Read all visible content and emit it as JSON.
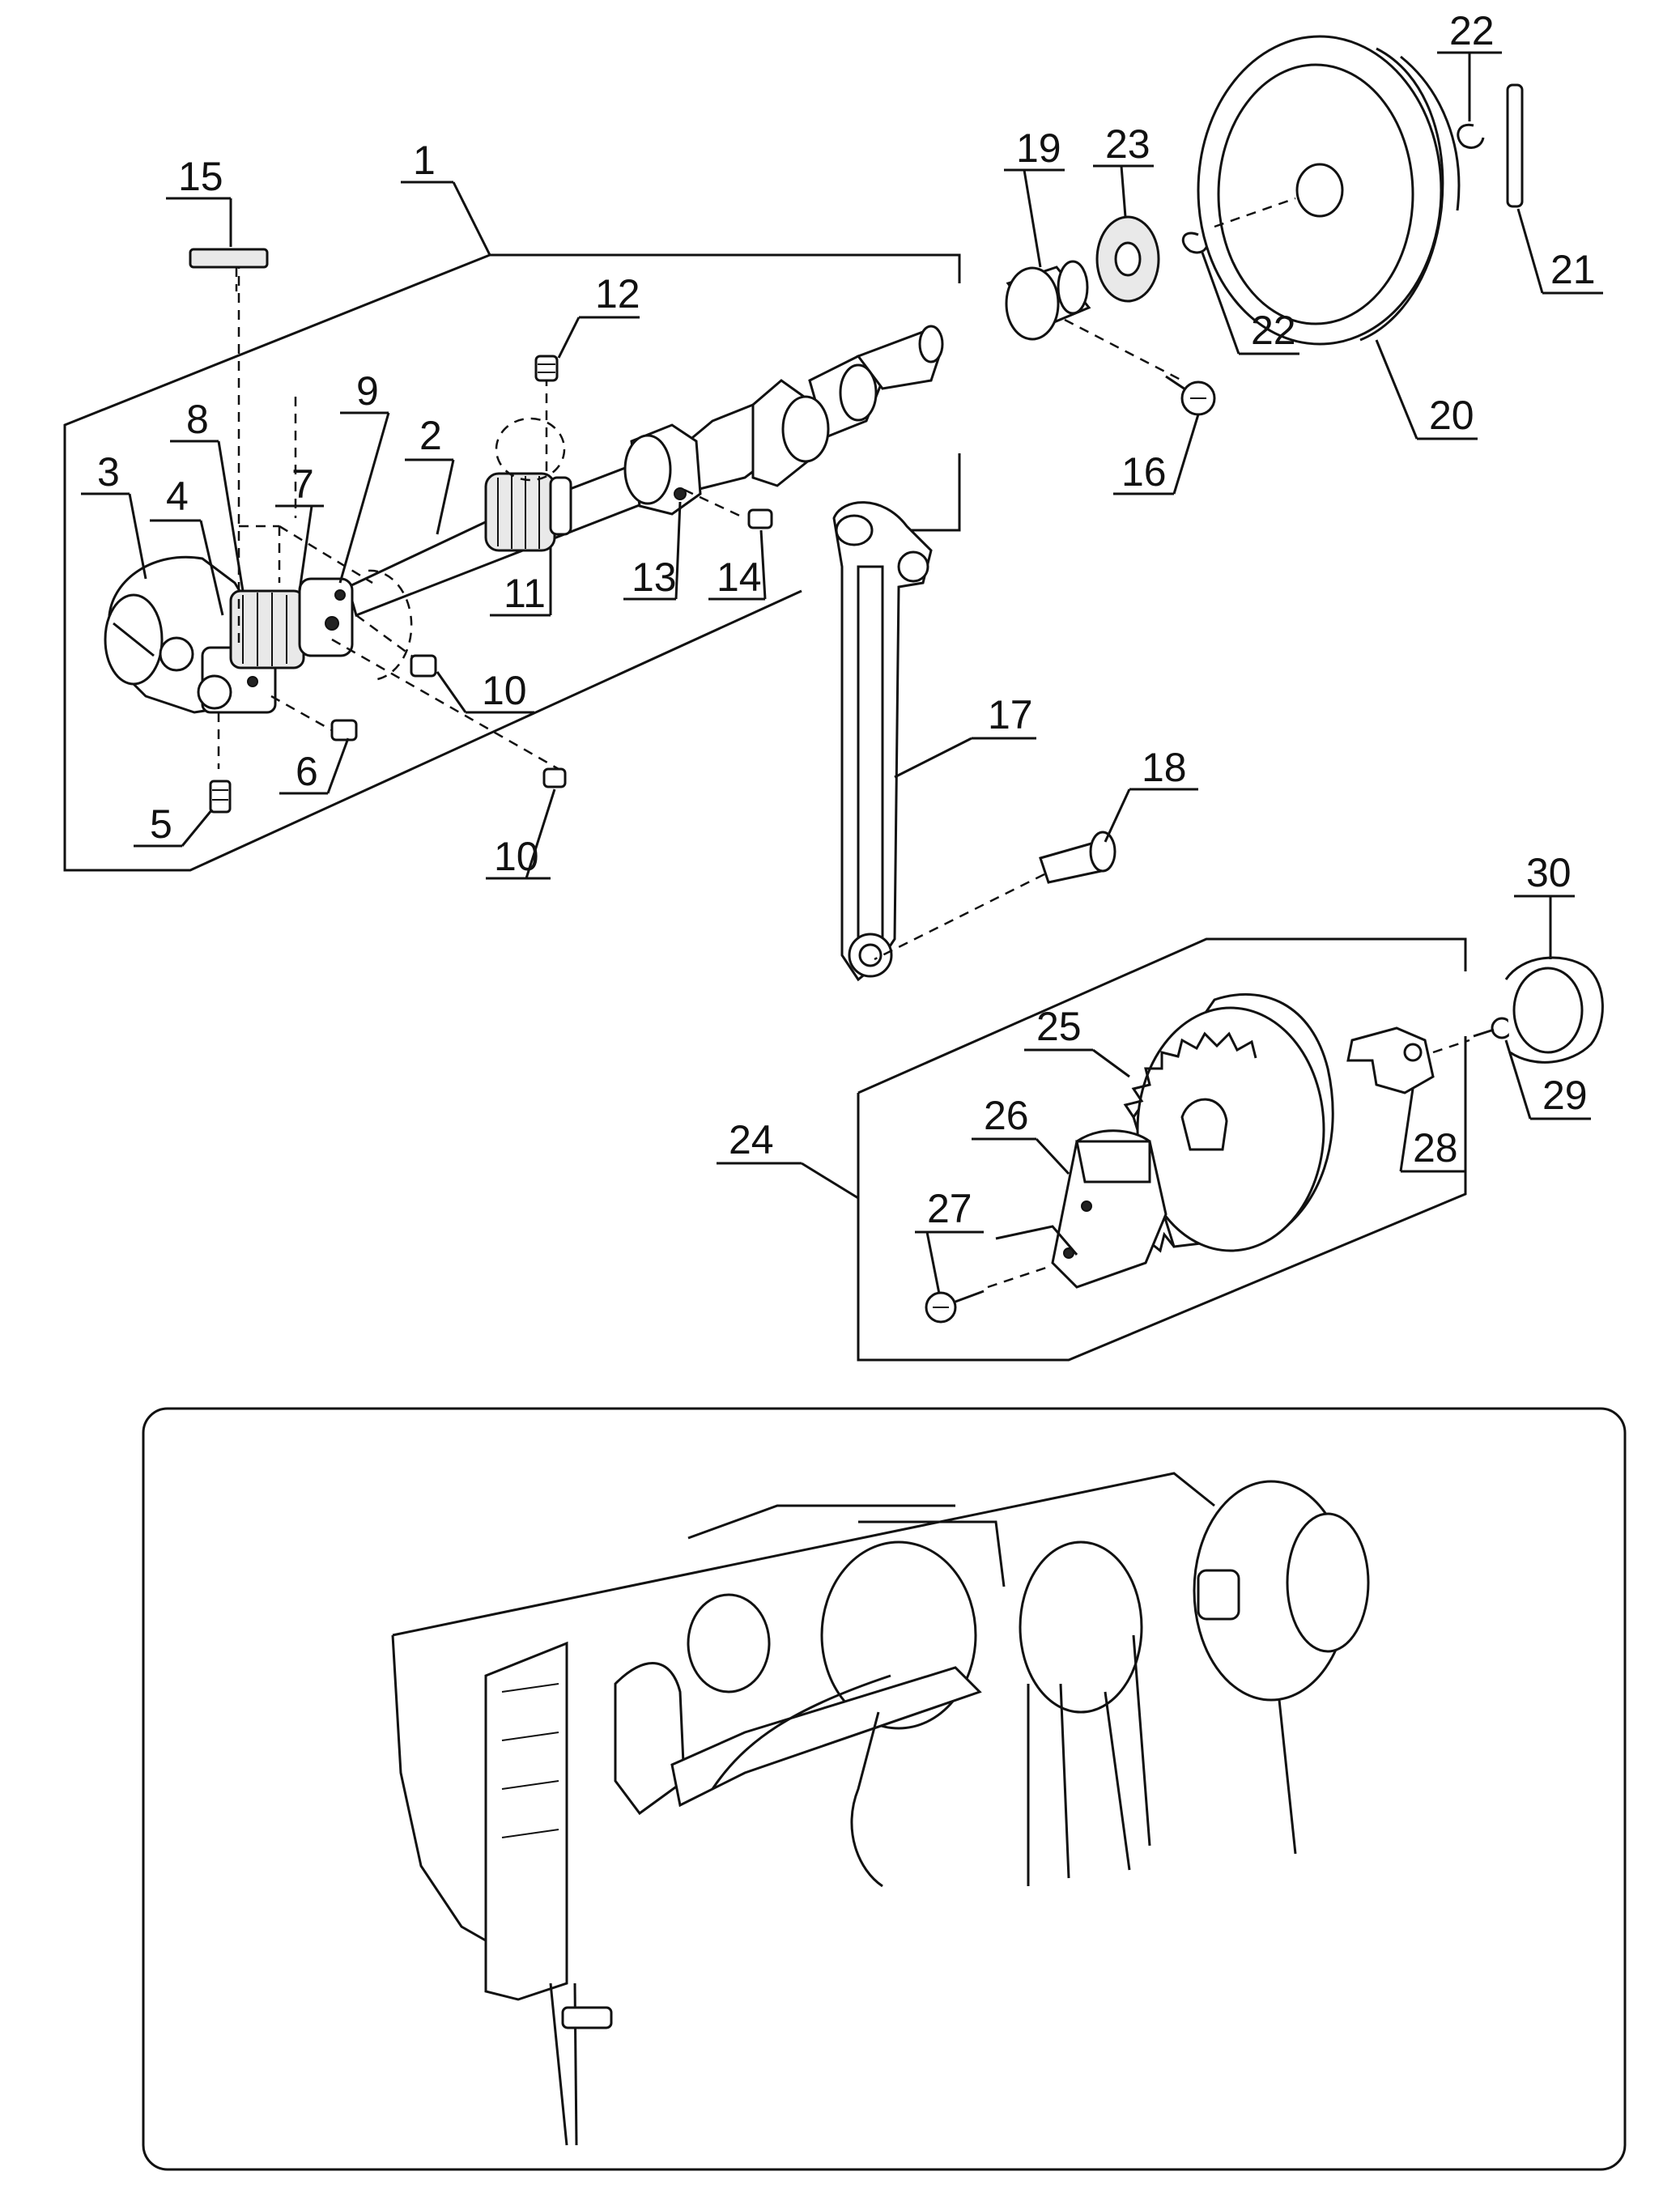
{
  "diagram": {
    "callouts": [
      {
        "id": "1",
        "label": "1"
      },
      {
        "id": "2",
        "label": "2"
      },
      {
        "id": "3",
        "label": "3"
      },
      {
        "id": "4",
        "label": "4"
      },
      {
        "id": "5",
        "label": "5"
      },
      {
        "id": "6",
        "label": "6"
      },
      {
        "id": "7",
        "label": "7"
      },
      {
        "id": "8",
        "label": "8"
      },
      {
        "id": "9",
        "label": "9"
      },
      {
        "id": "10a",
        "label": "10"
      },
      {
        "id": "10b",
        "label": "10"
      },
      {
        "id": "11",
        "label": "11"
      },
      {
        "id": "12",
        "label": "12"
      },
      {
        "id": "13",
        "label": "13"
      },
      {
        "id": "14",
        "label": "14"
      },
      {
        "id": "15",
        "label": "15"
      },
      {
        "id": "16",
        "label": "16"
      },
      {
        "id": "17",
        "label": "17"
      },
      {
        "id": "18",
        "label": "18"
      },
      {
        "id": "19",
        "label": "19"
      },
      {
        "id": "20",
        "label": "20"
      },
      {
        "id": "21",
        "label": "21"
      },
      {
        "id": "22a",
        "label": "22"
      },
      {
        "id": "22b",
        "label": "22"
      },
      {
        "id": "23",
        "label": "23"
      },
      {
        "id": "24",
        "label": "24"
      },
      {
        "id": "25",
        "label": "25"
      },
      {
        "id": "26",
        "label": "26"
      },
      {
        "id": "27",
        "label": "27"
      },
      {
        "id": "28",
        "label": "28"
      },
      {
        "id": "29",
        "label": "29"
      },
      {
        "id": "30",
        "label": "30"
      }
    ]
  }
}
